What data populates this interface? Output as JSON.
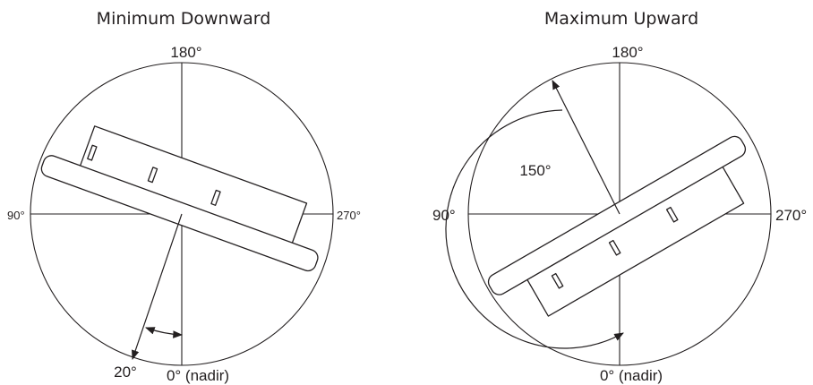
{
  "panels": [
    {
      "title": "Minimum Downward",
      "labels": {
        "top": "180°",
        "left": "90°",
        "right": "270°",
        "bottom": "0° (nadir)",
        "angle": "20°"
      }
    },
    {
      "title": "Maximum Upward",
      "labels": {
        "top": "180°",
        "left": "90°",
        "right": "270°",
        "bottom": "0° (nadir)",
        "angle": "150°"
      }
    }
  ],
  "colors": {
    "ink": "#231f20",
    "background": "#ffffff"
  }
}
